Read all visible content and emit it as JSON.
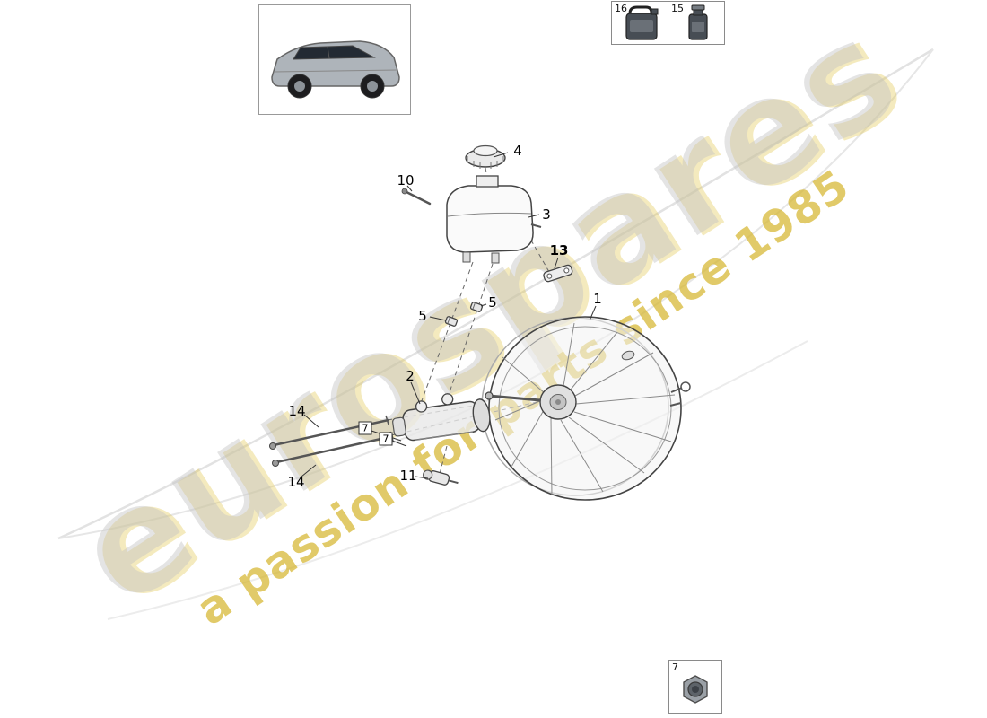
{
  "page": {
    "background": "#ffffff"
  },
  "watermark": {
    "brand": "eurospares",
    "tagline": "a passion for parts since 1985",
    "brand_color": "#c3c3c3",
    "tagline_color": "#d4b42a"
  },
  "thumbnails": {
    "fluid_can_label": "16",
    "fluid_bottle_label": "15",
    "nut_label": "7"
  },
  "callouts": {
    "booster": "1",
    "master_cylinder": "2",
    "reservoir": "3",
    "cap": "4",
    "clip_a": "5",
    "clip_b": "5",
    "boxed_a": "7",
    "boxed_b": "7",
    "pin": "10",
    "sensor": "11",
    "bracket": "13",
    "rod_a": "14",
    "rod_b": "14"
  }
}
